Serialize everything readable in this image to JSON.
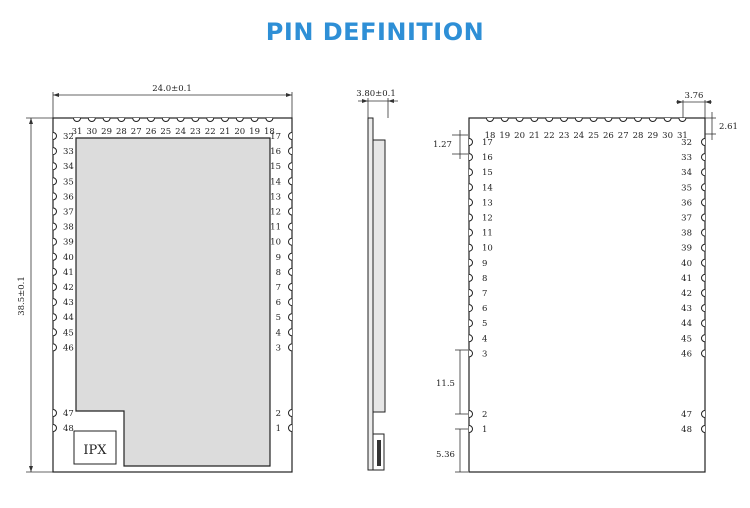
{
  "title": "PIN DEFINITION",
  "front": {
    "width_label": "24.0±0.1",
    "height_label": "38.5±0.1",
    "top_pins": [
      "31",
      "30",
      "29",
      "28",
      "27",
      "26",
      "25",
      "24",
      "23",
      "22",
      "21",
      "20",
      "19",
      "18"
    ],
    "left_pins": [
      "32",
      "33",
      "34",
      "35",
      "36",
      "37",
      "38",
      "39",
      "40",
      "41",
      "42",
      "43",
      "44",
      "45",
      "46"
    ],
    "left_pins_bottom": [
      "47",
      "48"
    ],
    "right_pins": [
      "17",
      "16",
      "15",
      "14",
      "13",
      "12",
      "11",
      "10",
      "9",
      "8",
      "7",
      "6",
      "5",
      "4",
      "3"
    ],
    "right_pins_bottom": [
      "2",
      "1"
    ],
    "ipx_label": "IPX"
  },
  "side": {
    "thickness_label": "3.80±0.1"
  },
  "back": {
    "pad_label": "3.76",
    "offset_label": "2.61",
    "pitch_label": "1.27",
    "gap_label": "11.5",
    "bottom_label": "5.36",
    "top_pins": [
      "18",
      "19",
      "20",
      "21",
      "22",
      "23",
      "24",
      "25",
      "26",
      "27",
      "28",
      "29",
      "30",
      "31"
    ],
    "left_pins": [
      "17",
      "16",
      "15",
      "14",
      "13",
      "12",
      "11",
      "10",
      "9",
      "8",
      "7",
      "6",
      "5",
      "4",
      "3"
    ],
    "left_pins_bottom": [
      "2",
      "1"
    ],
    "right_pins": [
      "32",
      "33",
      "34",
      "35",
      "36",
      "37",
      "38",
      "39",
      "40",
      "41",
      "42",
      "43",
      "44",
      "45",
      "46"
    ],
    "right_pins_bottom": [
      "47",
      "48"
    ]
  }
}
